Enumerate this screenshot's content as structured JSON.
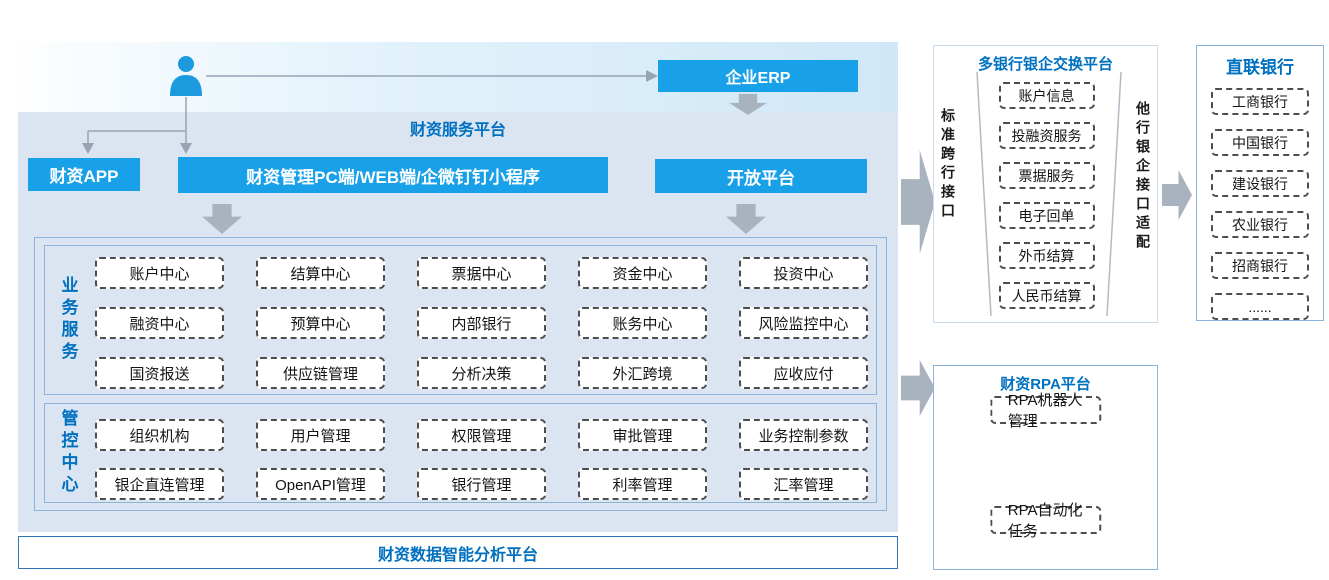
{
  "top": {
    "erp_label": "企业ERP"
  },
  "platform": {
    "title": "财资服务平台",
    "app_label": "财资APP",
    "pc_label": "财资管理PC端/WEB端/企微钉钉小程序",
    "open_label": "开放平台",
    "business": {
      "label": "业务服务",
      "rows": [
        [
          "账户中心",
          "结算中心",
          "票据中心",
          "资金中心",
          "投资中心"
        ],
        [
          "融资中心",
          "预算中心",
          "内部银行",
          "账务中心",
          "风险监控中心"
        ],
        [
          "国资报送",
          "供应链管理",
          "分析决策",
          "外汇跨境",
          "应收应付"
        ]
      ]
    },
    "control": {
      "label": "管控中心",
      "rows": [
        [
          "组织机构",
          "用户管理",
          "权限管理",
          "审批管理",
          "业务控制参数"
        ],
        [
          "银企直连管理",
          "OpenAPI管理",
          "银行管理",
          "利率管理",
          "汇率管理"
        ]
      ]
    },
    "analysis_label": "财资数据智能分析平台"
  },
  "exchange": {
    "title": "多银行银企交换平台",
    "left_strip": "标准跨行接口",
    "right_strip": "他行银企接口适配",
    "items": [
      "账户信息",
      "投融资服务",
      "票据服务",
      "电子回单",
      "外币结算",
      "人民币结算"
    ]
  },
  "banks": {
    "title": "直联银行",
    "items": [
      "工商银行",
      "中国银行",
      "建设银行",
      "农业银行",
      "招商银行",
      "......"
    ]
  },
  "rpa": {
    "title": "财资RPA平台",
    "items": [
      "RPA机器人管理",
      "RPA自动化任务"
    ]
  },
  "colors": {
    "button_blue": "#18a0e8",
    "title_blue": "#0070c0",
    "panel_bg": "#dbe5f1",
    "arrow_gray": "#a9b3bf",
    "dash_border": "#4d4d4d",
    "panel_border": "#8ab4dc"
  }
}
